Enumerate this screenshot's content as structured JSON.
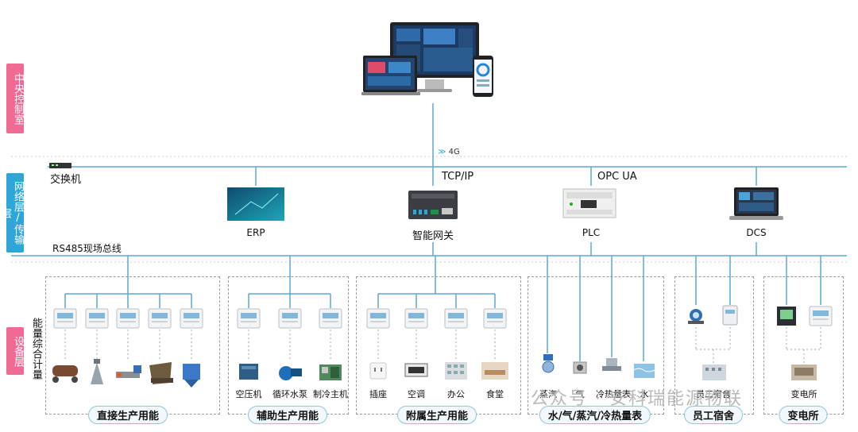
{
  "layers": {
    "central": "中央控制室",
    "network": "网络层/传输层",
    "device": "设备层"
  },
  "network": {
    "signal": "4G",
    "switch": "交换机",
    "tcpip": "TCP/IP",
    "opcua": "OPC UA",
    "bus": "RS485现场总线",
    "nodes": [
      "ERP",
      "智能网关",
      "PLC",
      "DCS"
    ]
  },
  "metering_label": "能量综合计量",
  "groups": {
    "direct": "直接生产用能",
    "aux": "辅助生产用能",
    "attached": "附属生产用能",
    "utility": "水/气/蒸汽/冷热量表",
    "dorm": "员工宿舍",
    "substation": "变电所"
  },
  "devices": {
    "aux": [
      "空压机",
      "循环水泵",
      "制冷主机"
    ],
    "attached": [
      "插座",
      "空调",
      "办公",
      "食堂"
    ],
    "utility": [
      "蒸汽",
      "气",
      "冷热量表",
      "水"
    ],
    "dorm": [
      "员工宿舍"
    ],
    "substation": [
      "变电所"
    ]
  },
  "watermark": "公众号 · 安科瑞能源物联",
  "colors": {
    "line": "#5aa9d0",
    "pink": "#f06a93",
    "blue": "#2ea7d8"
  }
}
